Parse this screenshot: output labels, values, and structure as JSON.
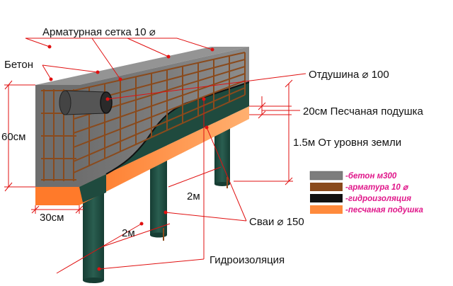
{
  "labels": {
    "mesh": "Арматурная сетка 10 ⌀",
    "concrete": "Бетон",
    "vent": "Отдушина  ⌀ 100",
    "sand_cushion": "20см Песчаная подушка",
    "ground_level": "1.5м От уровня земли",
    "height": "60см",
    "width": "30см",
    "pile_spacing_1": "2м",
    "pile_spacing_2": "2м",
    "piles": "Сваи  ⌀ 150",
    "waterproofing": "Гидроизоляция"
  },
  "legend": {
    "items": [
      {
        "label": "-бетон    м300",
        "color": "#7d7d7d"
      },
      {
        "label": "-арматура  10 ⌀",
        "color": "#8a4a1c"
      },
      {
        "label": "-гидроизоляция",
        "color": "#111111"
      },
      {
        "label": "-песчаная подушка",
        "color": "#ff8a3c"
      }
    ]
  },
  "colors": {
    "concrete": "#7d7d7d",
    "concrete_top": "#939393",
    "rebar": "#8a4a1c",
    "waterproofing": "#1f4a3e",
    "sand": "#ff8a3c",
    "leader": "#e01010"
  }
}
